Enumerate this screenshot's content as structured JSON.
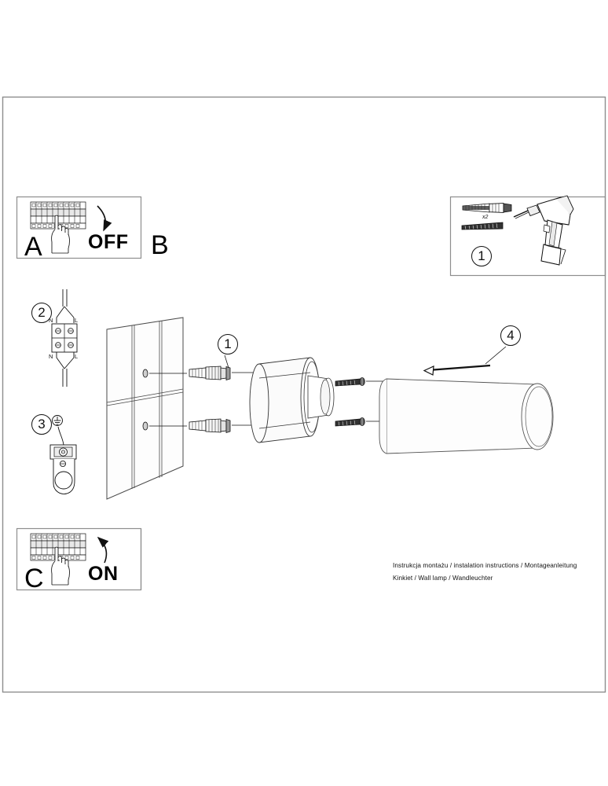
{
  "document": {
    "type": "assembly-instruction-sheet",
    "caption_line1": "Instrukcja montażu / instalation instructions / Montageanleitung",
    "caption_line2": "Kinkiet / Wall lamp / Wandleuchter"
  },
  "panels": {
    "a": {
      "label": "A",
      "state_label": "OFF",
      "icon": "circuit-breaker-panel-icon",
      "hand_icon": "hand-pointing-icon",
      "arrow_icon": "arrow-down-curved-icon"
    },
    "b": {
      "label": "B"
    },
    "c": {
      "label": "C",
      "state_label": "ON",
      "icon": "circuit-breaker-panel-icon",
      "hand_icon": "hand-pointing-icon",
      "arrow_icon": "arrow-up-curved-icon"
    },
    "parts": {
      "step_number": "1",
      "quantity_label": "x2",
      "wall_plug_icon": "wall-plug-icon",
      "screw_icon": "screw-icon",
      "drill_icon": "power-drill-icon"
    }
  },
  "steps": {
    "step1": {
      "number": "1",
      "name": "mount-anchors-to-wall"
    },
    "step2": {
      "number": "2",
      "name": "wire-terminal-block",
      "terminal_labels_top": [
        "N",
        "L"
      ],
      "terminal_labels_bottom": [
        "N",
        "L"
      ]
    },
    "step3": {
      "number": "3",
      "name": "earth-ground-connection",
      "ground_symbol": "earth-ground-icon"
    },
    "step4": {
      "number": "4",
      "name": "slide-shade-onto-base",
      "direction_arrow": "arrow-left-icon"
    }
  },
  "assembly": {
    "wall": "wall-surface",
    "base": "lamp-mounting-base-cylinder",
    "shade": "lamp-shade-cylinder",
    "anchors": "expansion-anchor-bolts",
    "small_screws": "shade-fixing-screws"
  },
  "colors": {
    "line": "#111111",
    "frame": "#8d8d8d",
    "fill": "#ffffff",
    "shade_light": "#f7f7f7"
  }
}
